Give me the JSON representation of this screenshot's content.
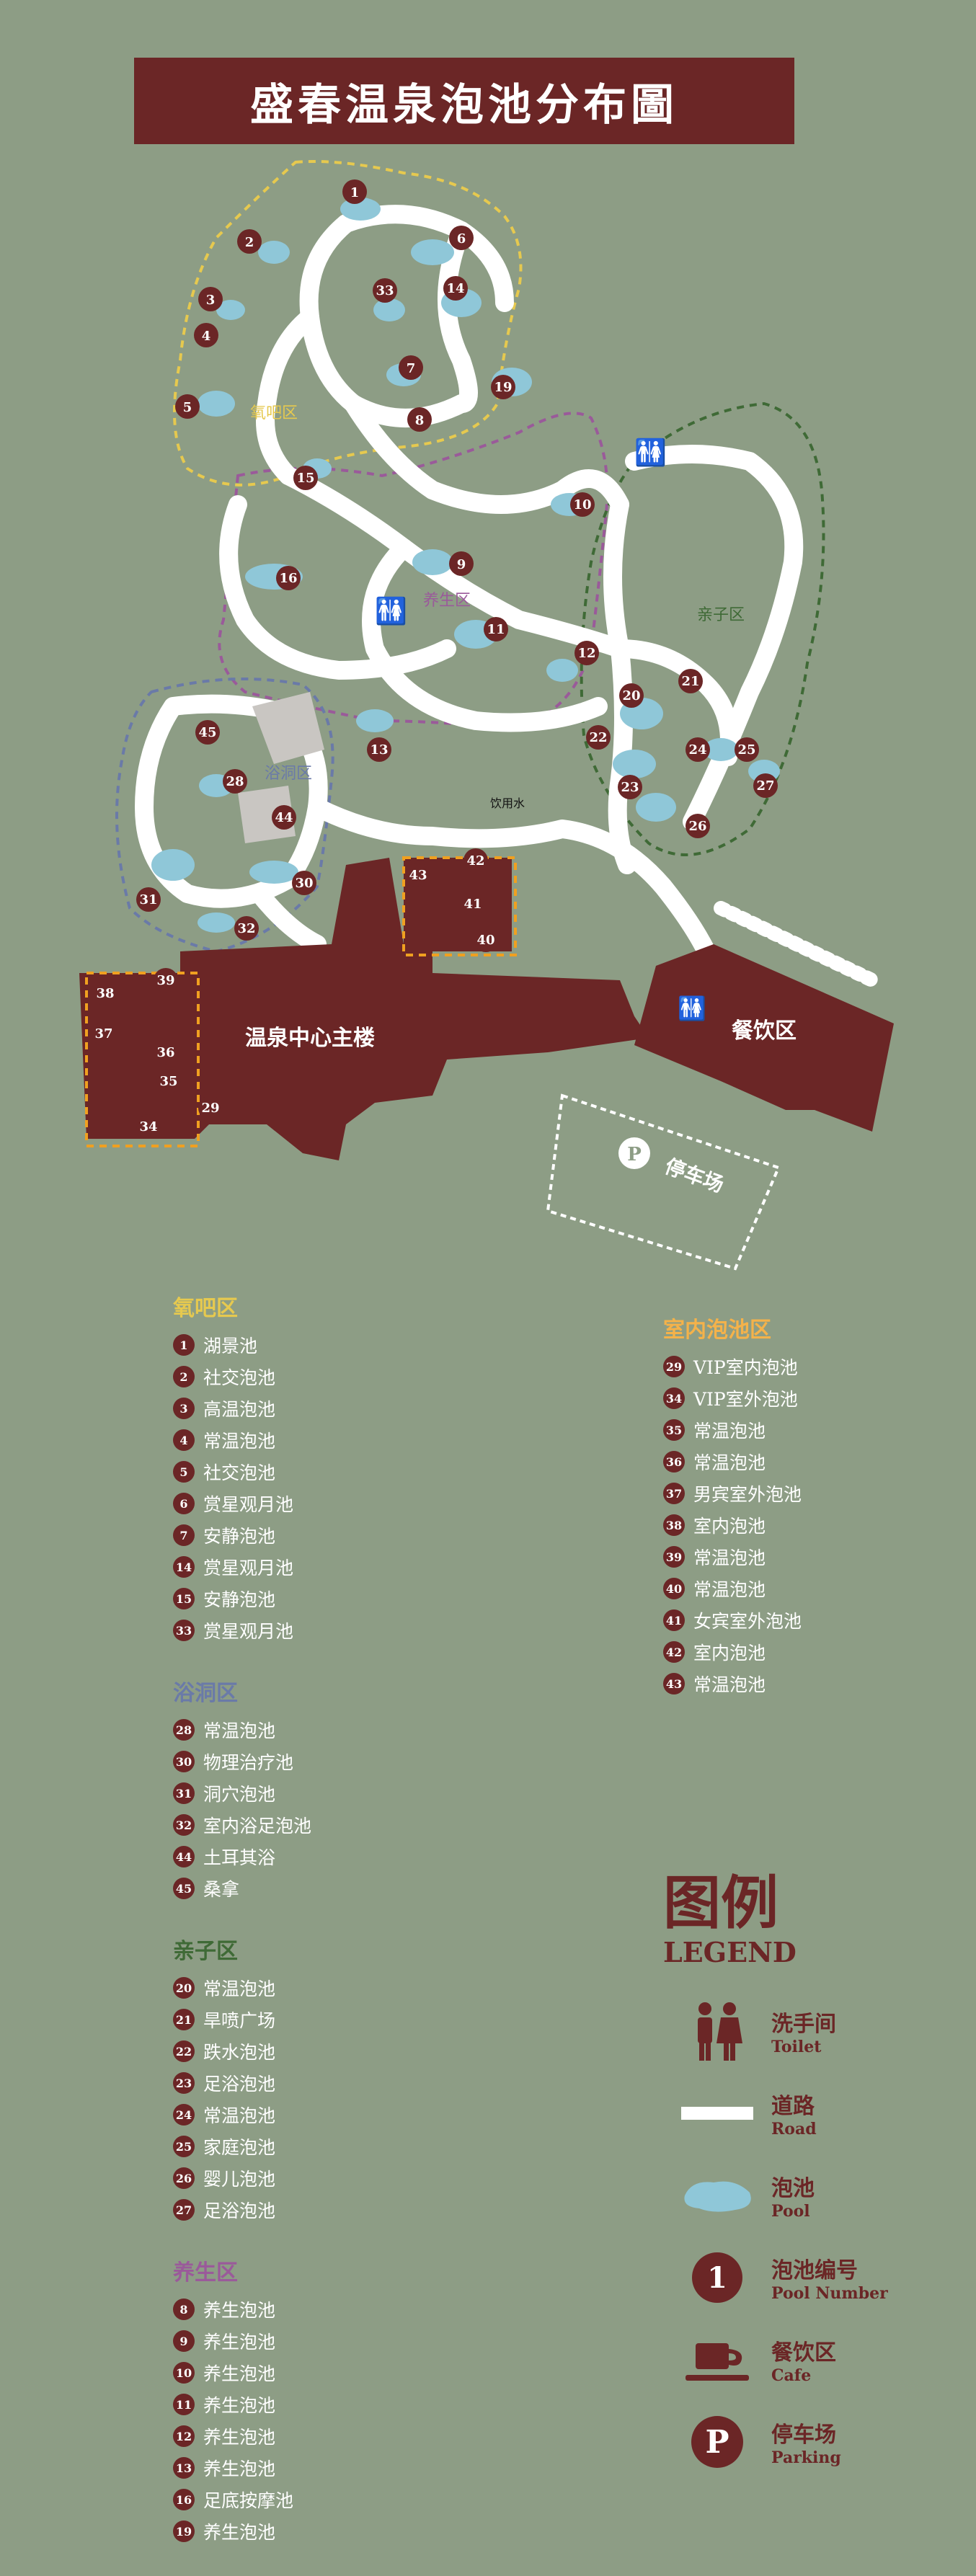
{
  "title": "盛春温泉泡池分布圖",
  "colors": {
    "background": "#8d9d85",
    "brand": "#6b2626",
    "road": "#ffffff",
    "pool": "#8fc7d8",
    "zone_yang": "#e6c94f",
    "zone_ya": "#6a7aa8",
    "zone_qin": "#3f6a36",
    "zone_yangsheng": "#9a5a9a",
    "zone_indoor": "#f0a020",
    "indoor_head": "#f4b24a"
  },
  "map": {
    "zones": [
      "氧吧区",
      "养生区",
      "浴洞区",
      "亲子区"
    ],
    "buildings": {
      "main": "温泉中心主楼",
      "cafe": "餐饮区",
      "parking": "停车场"
    },
    "drinking_water": "饮用水"
  },
  "legend_groups": [
    {
      "title": "氧吧区",
      "color": "#e6c94f",
      "items": [
        {
          "num": "1",
          "name": "湖景池"
        },
        {
          "num": "2",
          "name": "社交泡池"
        },
        {
          "num": "3",
          "name": "高温泡池"
        },
        {
          "num": "4",
          "name": "常温泡池"
        },
        {
          "num": "5",
          "name": "社交泡池"
        },
        {
          "num": "6",
          "name": "赏星观月池"
        },
        {
          "num": "7",
          "name": "安静泡池"
        },
        {
          "num": "14",
          "name": "赏星观月池"
        },
        {
          "num": "15",
          "name": "安静泡池"
        },
        {
          "num": "33",
          "name": "赏星观月池"
        }
      ]
    },
    {
      "title": "浴洞区",
      "color": "#6a7aa8",
      "items": [
        {
          "num": "28",
          "name": "常温泡池"
        },
        {
          "num": "30",
          "name": "物理治疗池"
        },
        {
          "num": "31",
          "name": "洞穴泡池"
        },
        {
          "num": "32",
          "name": "室内浴足泡池"
        },
        {
          "num": "44",
          "name": "土耳其浴"
        },
        {
          "num": "45",
          "name": "桑拿"
        }
      ]
    },
    {
      "title": "亲子区",
      "color": "#3f6a36",
      "items": [
        {
          "num": "20",
          "name": "常温泡池"
        },
        {
          "num": "21",
          "name": "旱喷广场"
        },
        {
          "num": "22",
          "name": "跌水泡池"
        },
        {
          "num": "23",
          "name": "足浴泡池"
        },
        {
          "num": "24",
          "name": "常温泡池"
        },
        {
          "num": "25",
          "name": "家庭泡池"
        },
        {
          "num": "26",
          "name": "婴儿泡池"
        },
        {
          "num": "27",
          "name": "足浴泡池"
        }
      ]
    },
    {
      "title": "养生区",
      "color": "#9a5a9a",
      "items": [
        {
          "num": "8",
          "name": "养生泡池"
        },
        {
          "num": "9",
          "name": "养生泡池"
        },
        {
          "num": "10",
          "name": "养生泡池"
        },
        {
          "num": "11",
          "name": "养生泡池"
        },
        {
          "num": "12",
          "name": "养生泡池"
        },
        {
          "num": "13",
          "name": "养生泡池"
        },
        {
          "num": "16",
          "name": "足底按摩池"
        },
        {
          "num": "19",
          "name": "养生泡池"
        }
      ]
    },
    {
      "title": "室内泡池区",
      "color": "#f4b24a",
      "items": [
        {
          "num": "29",
          "name": "VIP室内泡池"
        },
        {
          "num": "34",
          "name": "VIP室外泡池"
        },
        {
          "num": "35",
          "name": "常温泡池"
        },
        {
          "num": "36",
          "name": "常温泡池"
        },
        {
          "num": "37",
          "name": "男宾室外泡池"
        },
        {
          "num": "38",
          "name": "室内泡池"
        },
        {
          "num": "39",
          "name": "常温泡池"
        },
        {
          "num": "40",
          "name": "常温泡池"
        },
        {
          "num": "41",
          "name": "女宾室外泡池"
        },
        {
          "num": "42",
          "name": "室内泡池"
        },
        {
          "num": "43",
          "name": "常温泡池"
        }
      ]
    }
  ],
  "legend": {
    "title": "图例",
    "subtitle": "LEGEND",
    "items": [
      {
        "icon": "toilet-icon",
        "cn": "洗手间",
        "en": "Toilet"
      },
      {
        "icon": "road-icon",
        "cn": "道路",
        "en": "Road"
      },
      {
        "icon": "pool-icon",
        "cn": "泡池",
        "en": "Pool"
      },
      {
        "icon": "pool-number-icon",
        "cn": "泡池编号",
        "en": "Pool Number",
        "sample": "1"
      },
      {
        "icon": "cafe-icon",
        "cn": "餐饮区",
        "en": "Cafe"
      },
      {
        "icon": "parking-icon",
        "cn": "停车场",
        "en": "Parking",
        "sample": "P"
      }
    ]
  }
}
